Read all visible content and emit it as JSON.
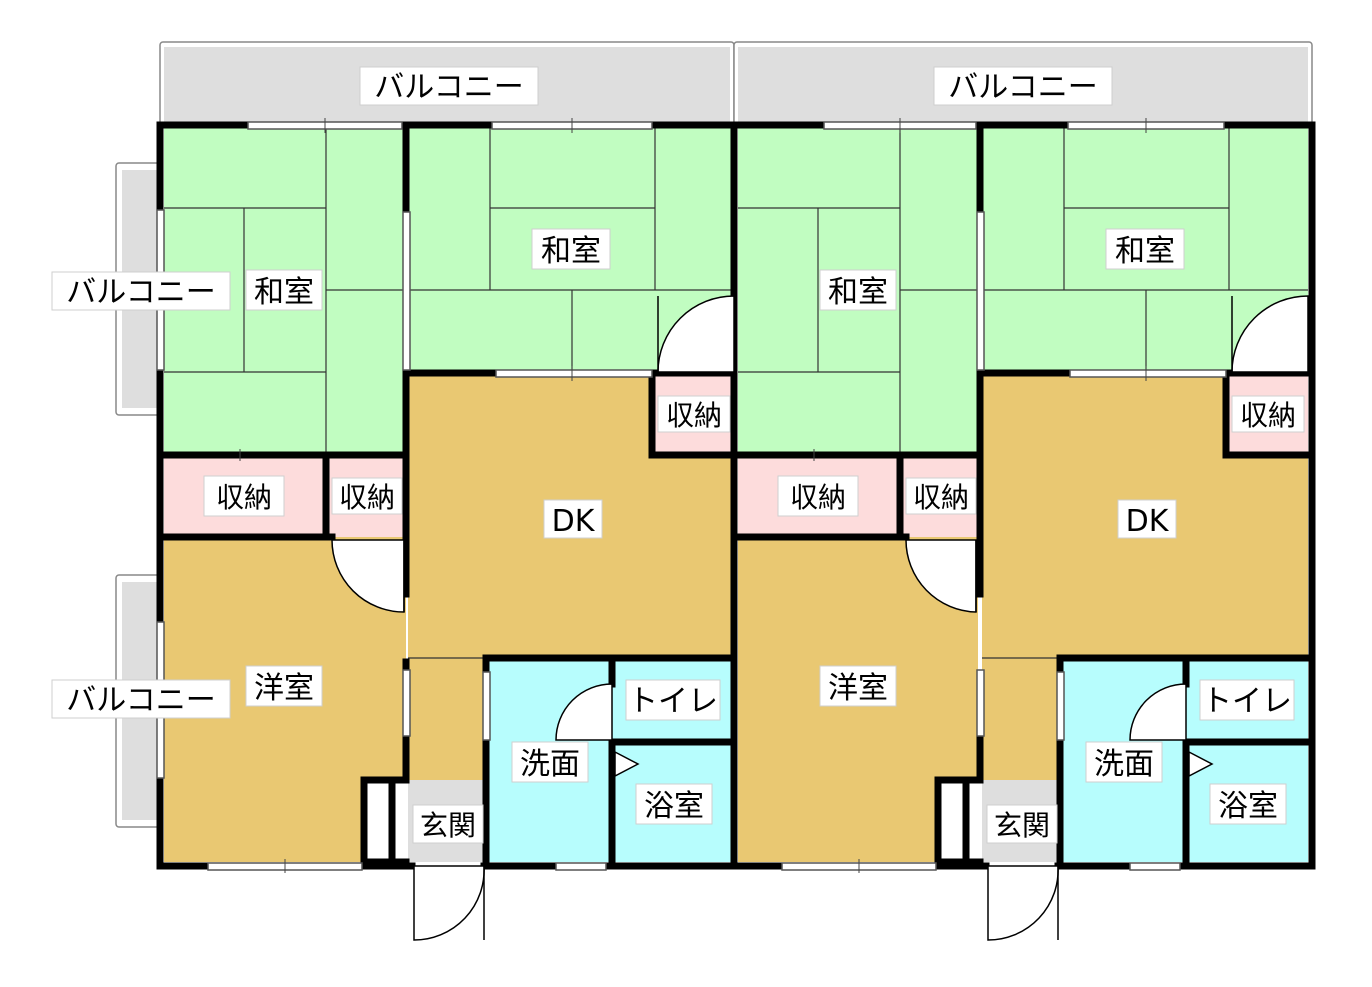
{
  "colors": {
    "tatami": "#c1fdc1",
    "storage": "#fddcdc",
    "wood": "#e9c872",
    "wet": "#b7fdfd",
    "balcony": "#dedede",
    "entrance": "#dedede",
    "wall": "#000000"
  },
  "units": [
    {
      "balcony_top": "バルコニー",
      "washitsu_left": "和室",
      "washitsu_right": "和室",
      "shuno_a": "収納",
      "shuno_b": "収納",
      "shuno_c": "収納",
      "dk": "DK",
      "yoshitsu": "洋室",
      "toilet": "トイレ",
      "senmen": "洗面",
      "yokushitsu": "浴室",
      "genkan": "玄関"
    },
    {
      "balcony_top": "バルコニー",
      "washitsu_left": "和室",
      "washitsu_right": "和室",
      "shuno_a": "収納",
      "shuno_b": "収納",
      "shuno_c": "収納",
      "dk": "DK",
      "yoshitsu": "洋室",
      "toilet": "トイレ",
      "senmen": "洗面",
      "yokushitsu": "浴室",
      "genkan": "玄関"
    }
  ],
  "side_balcony_upper": "バルコニー",
  "side_balcony_lower": "バルコニー"
}
